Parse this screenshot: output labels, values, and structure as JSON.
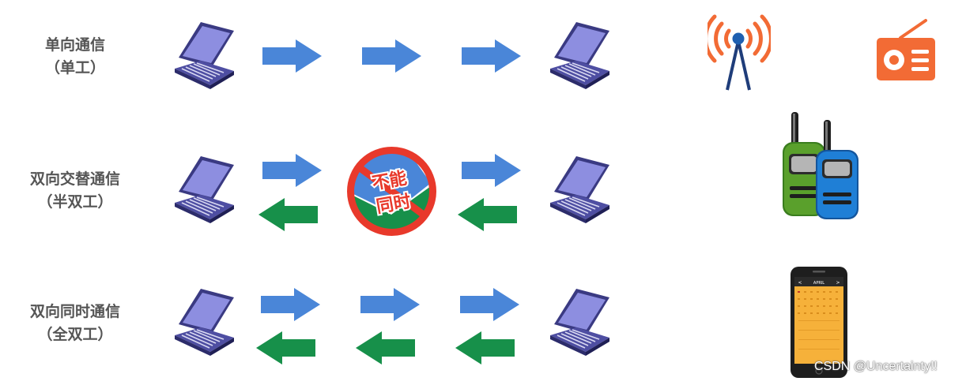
{
  "rows": [
    {
      "id": "simplex",
      "title": "单向通信",
      "subtitle": "（单工）"
    },
    {
      "id": "half-duplex",
      "title": "双向交替通信",
      "subtitle": "（半双工）"
    },
    {
      "id": "full-duplex",
      "title": "双向同时通信",
      "subtitle": "（全双工）"
    }
  ],
  "forbidden_sign": {
    "line1": "不能",
    "line2": "同时"
  },
  "phone": {
    "header": "APRIL",
    "prev": "<",
    "next": ">"
  },
  "watermark": "CSDN @Uncertainty!!",
  "icons": {
    "computer": "laptop-icon",
    "send": "blue-arrow-right-icon",
    "receive": "green-arrow-left-icon",
    "forbidden": "prohibited-sign-icon",
    "antenna": "radio-tower-icon",
    "radio": "radio-receiver-icon",
    "walkie": "walkie-talkie-icon",
    "phone": "smartphone-icon"
  },
  "colors": {
    "blue_arrow": "#4a86d8",
    "green_arrow": "#17904a",
    "forbidden_red": "#e8392b",
    "antenna_orange": "#f26b35",
    "radio_orange": "#f26b35",
    "walkie_green": "#5aa02c",
    "walkie_blue": "#1f7fd6",
    "phone_screen": "#f6b13a",
    "laptop_purple": "#6e6ec0"
  }
}
